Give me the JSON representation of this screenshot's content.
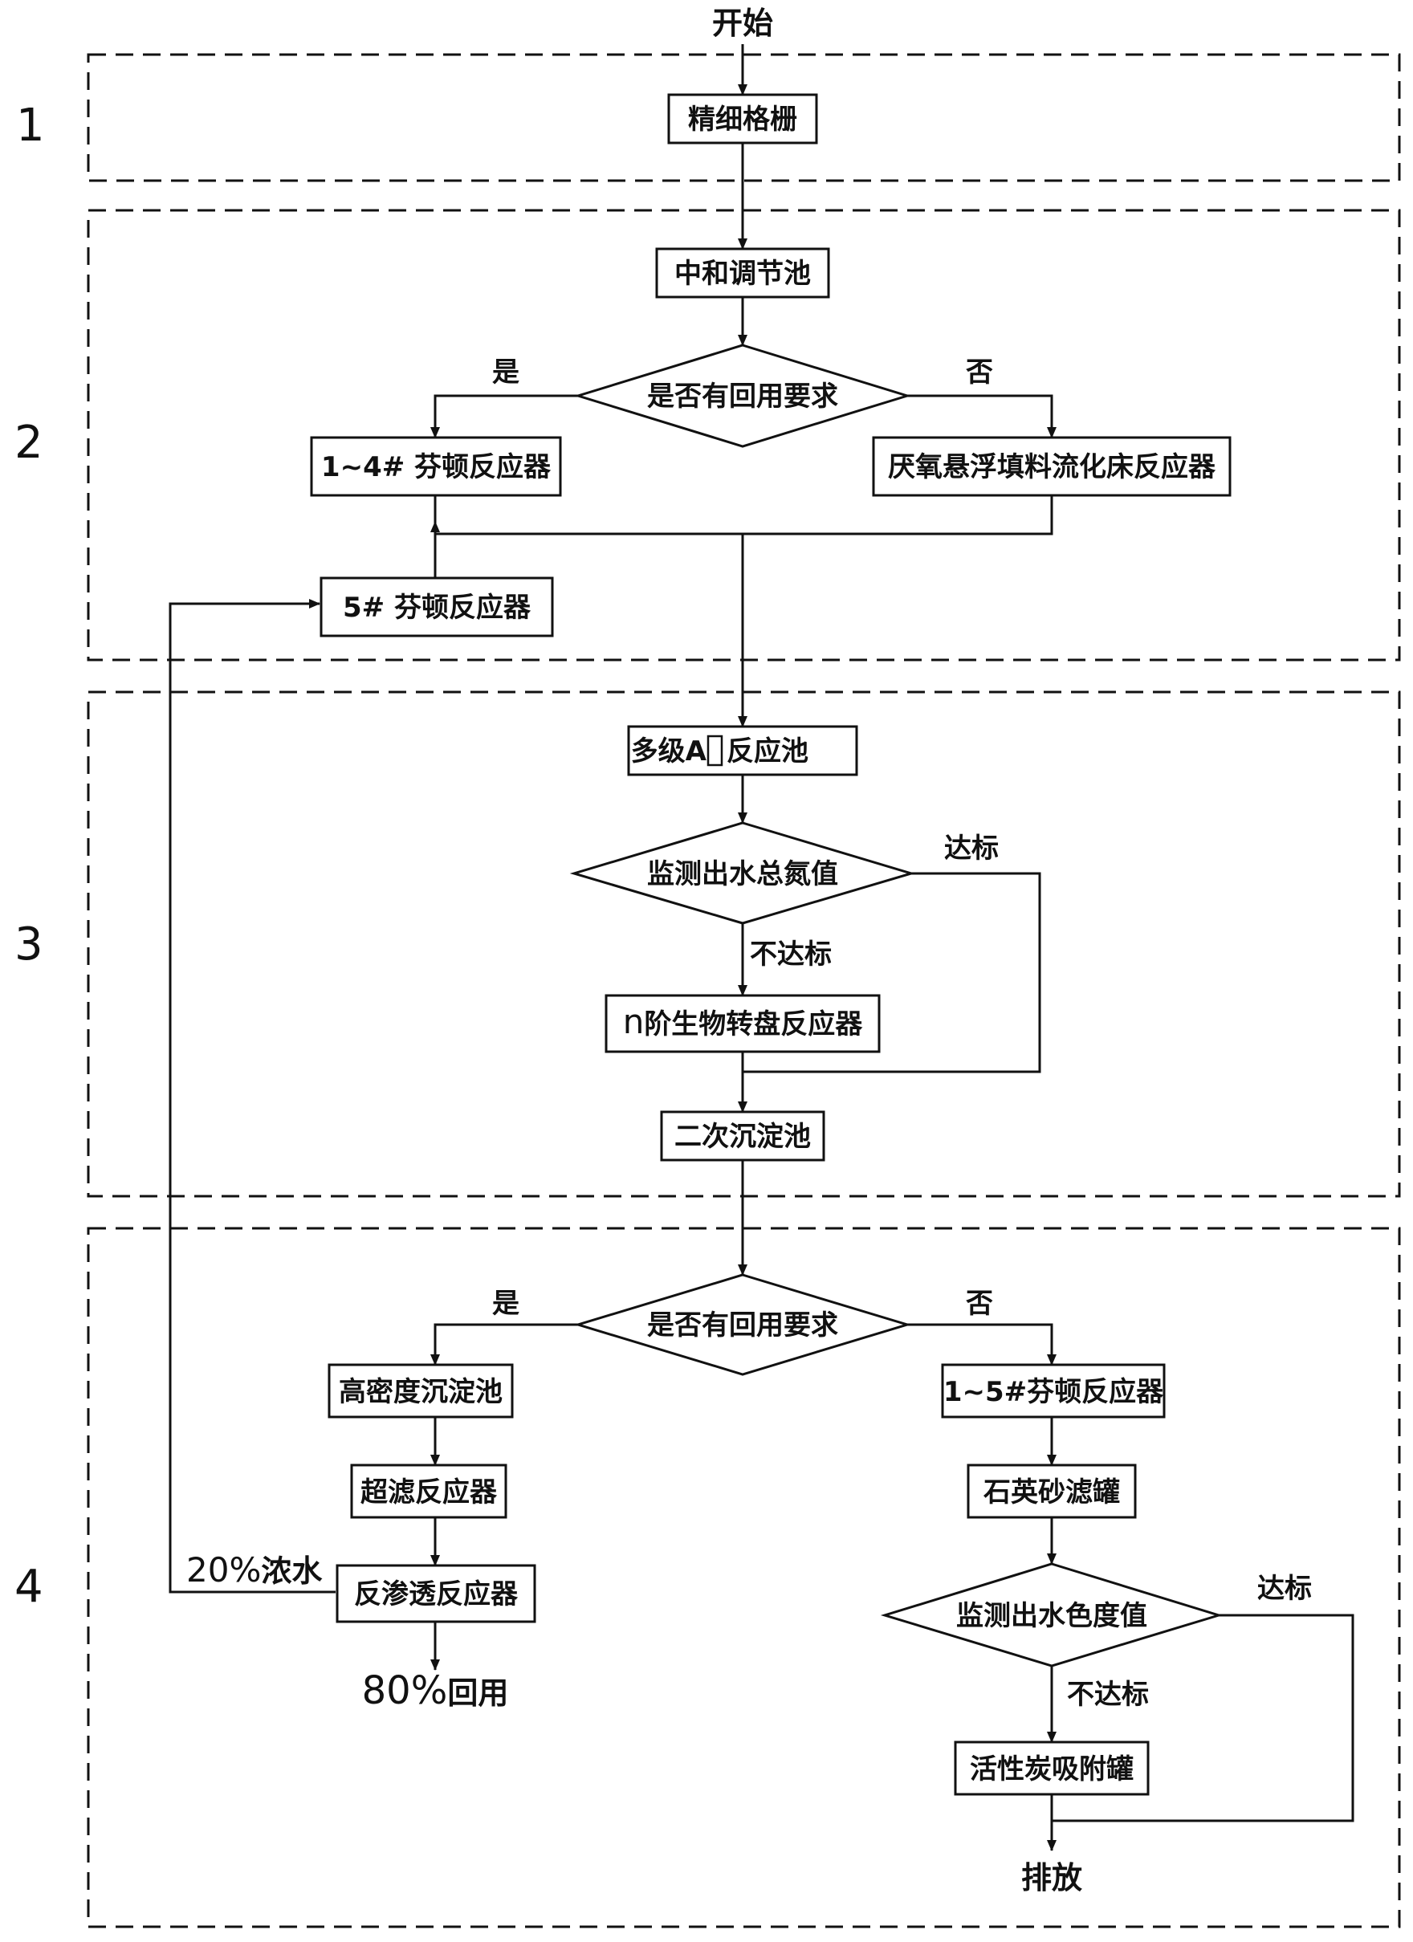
{
  "start": "开始",
  "sections": [
    "1",
    "2",
    "3",
    "4"
  ],
  "nodes": {
    "fine_grid": "精细格栅",
    "neutral_tank": "中和调节池",
    "decision_reuse_1": "是否有回用要求",
    "fenton_1_4": "1~4# 芬顿反应器",
    "anaerobic_reactor": "厌氧悬浮填料流化床反应器",
    "fenton_5": "5# 芬顿反应器",
    "ao_tank": "多级A",
    "ao_tank_suffix": "反应池",
    "decision_nitrogen": "监测出水总氮值",
    "rbc_reactor_prefix": "n",
    "rbc_reactor": "阶生物转盘反应器",
    "secondary_settler": "二次沉淀池",
    "decision_reuse_2": "是否有回用要求",
    "high_density_settler": "高密度沉淀池",
    "uf_reactor": "超滤反应器",
    "ro_reactor": "反渗透反应器",
    "fenton_1_5": "1~5#芬顿反应器",
    "quartz_filter": "石英砂滤罐",
    "decision_color": "监测出水色度值",
    "carbon_tank": "活性炭吸附罐"
  },
  "edge_labels": {
    "yes_1": "是",
    "no_1": "否",
    "pass_1": "达标",
    "fail_1": "不达标",
    "yes_2": "是",
    "no_2": "否",
    "concentrate_pct": "20%",
    "concentrate": "浓水",
    "reuse_pct": "80%",
    "reuse": "回用",
    "pass_2": "达标",
    "fail_2": "不达标"
  },
  "end": "排放"
}
